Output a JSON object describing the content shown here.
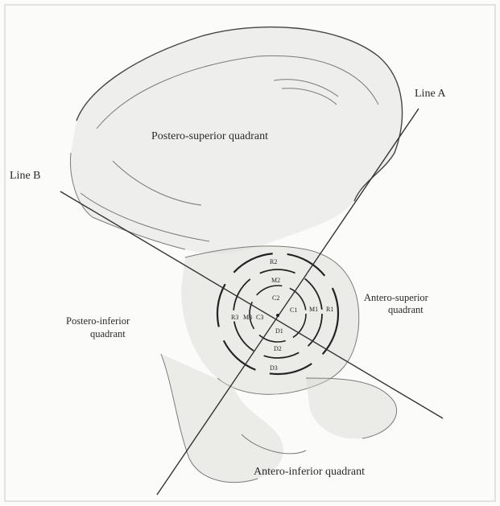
{
  "labels": {
    "line_a": "Line A",
    "line_b": "Line B",
    "postero_superior": "Postero-superior quadrant",
    "postero_inferior_1": "Postero-inferior",
    "postero_inferior_2": "quadrant",
    "antero_superior_1": "Antero-superior",
    "antero_superior_2": "quadrant",
    "antero_inferior": "Antero-inferior quadrant"
  },
  "zones": {
    "r2": "R2",
    "m2": "M2",
    "c2": "C2",
    "c1": "C1",
    "m1": "M1",
    "r1": "R1",
    "r3": "R3",
    "m3": "M3",
    "c3": "C3",
    "d1": "D1",
    "d2": "D2",
    "d3": "D3"
  },
  "colors": {
    "ink": "#2a2a2a",
    "paper": "#fbfbfa"
  }
}
